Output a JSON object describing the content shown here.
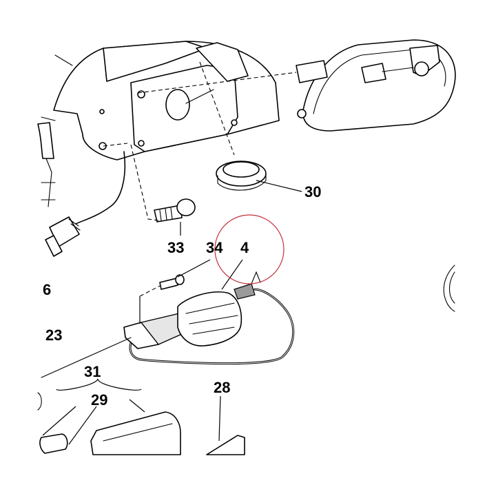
{
  "diagram": {
    "callouts": [
      {
        "id": "c30",
        "text": "30"
      },
      {
        "id": "c33",
        "text": "33"
      },
      {
        "id": "c34",
        "text": "34"
      },
      {
        "id": "c4",
        "text": "4"
      },
      {
        "id": "c6",
        "text": "6"
      },
      {
        "id": "c23",
        "text": "23"
      },
      {
        "id": "c31",
        "text": "31"
      },
      {
        "id": "c29",
        "text": "29"
      },
      {
        "id": "c28",
        "text": "28"
      }
    ],
    "highlight_color": "#c0303a"
  }
}
